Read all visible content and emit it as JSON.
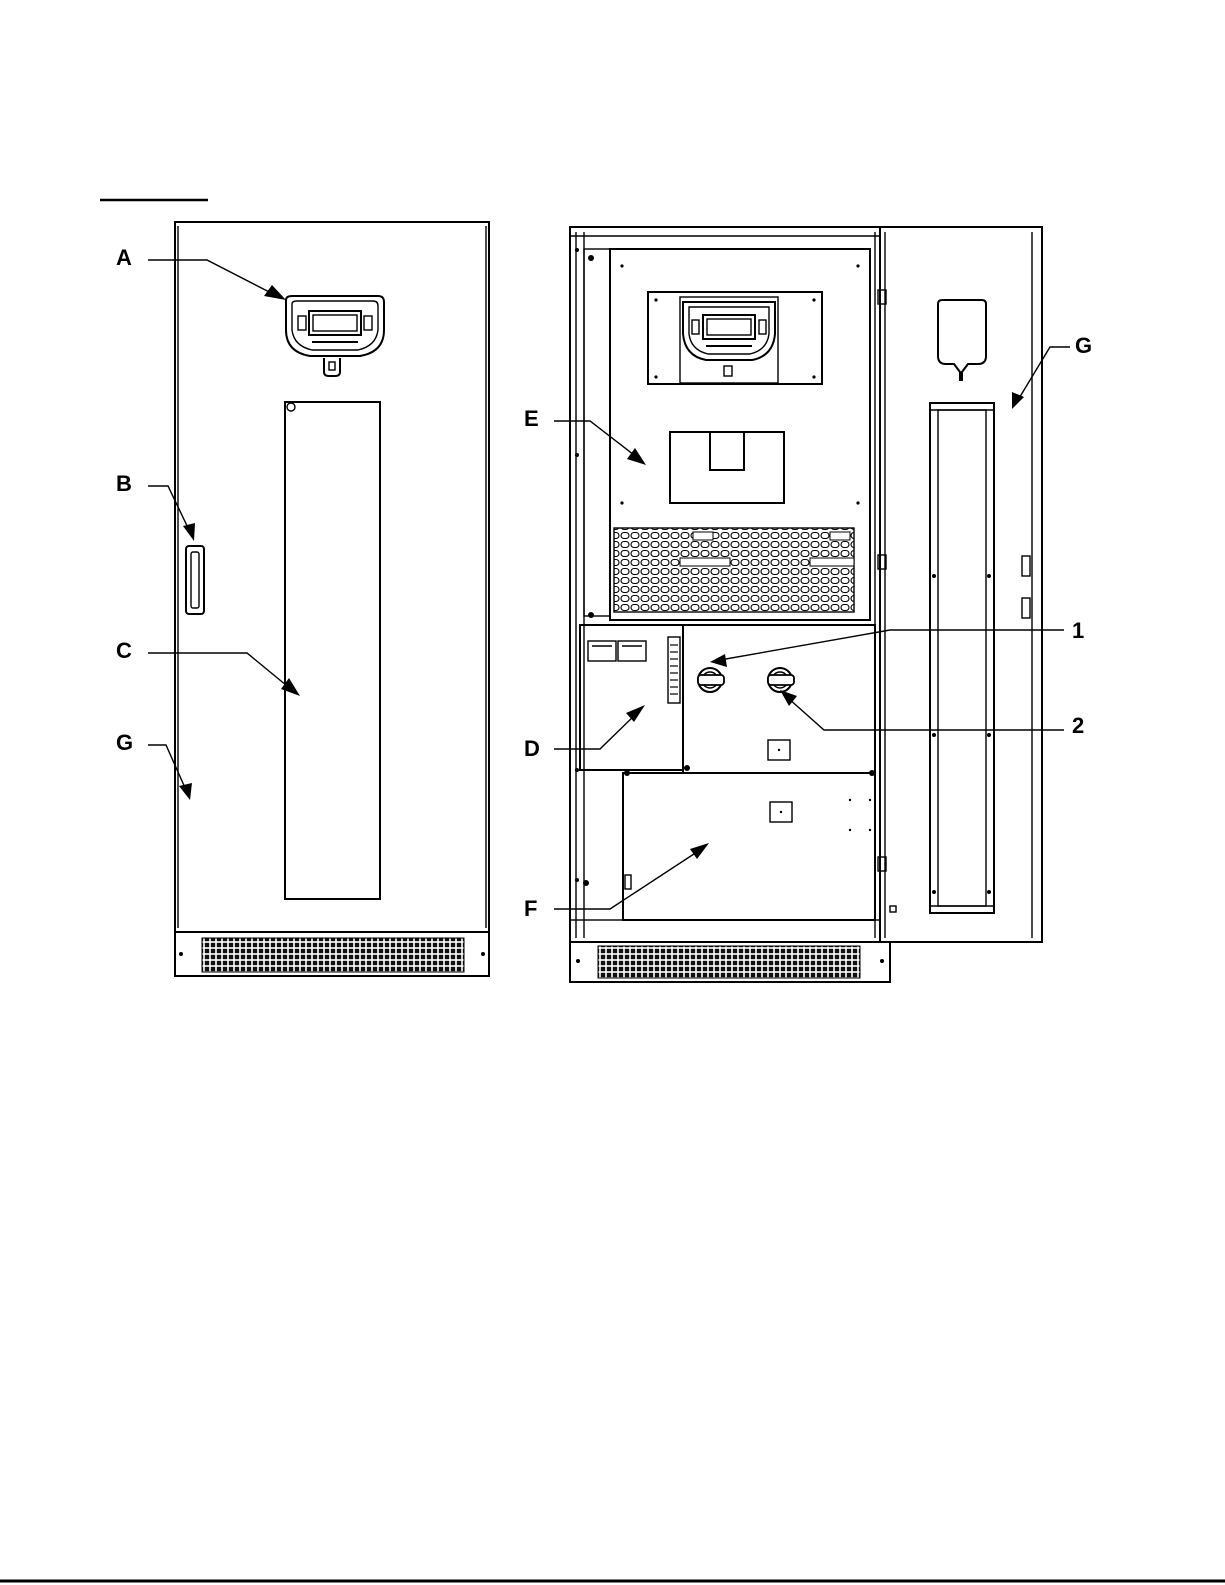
{
  "callouts": {
    "front_A": "A",
    "front_B": "B",
    "front_C": "C",
    "front_G": "G",
    "open_E": "E",
    "open_D": "D",
    "open_F": "F",
    "open_G": "G",
    "open_1": "1",
    "open_2": "2"
  },
  "colors": {
    "line": "#000000",
    "background": "#ffffff"
  }
}
